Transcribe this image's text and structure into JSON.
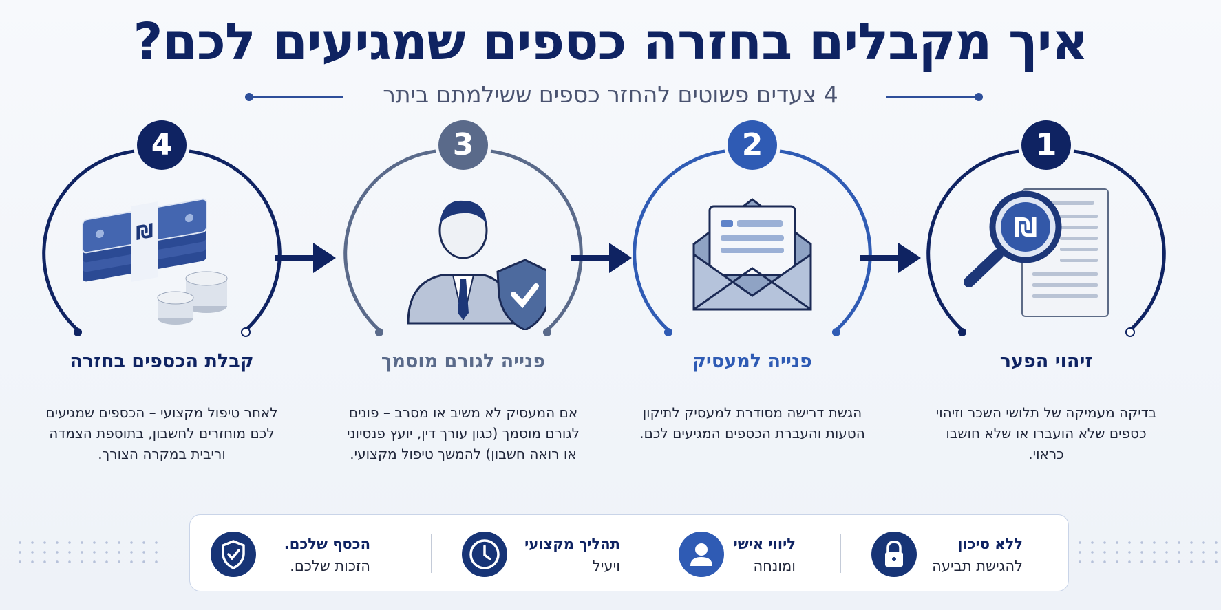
{
  "header": {
    "title": "איך מקבלים בחזרה כספים שמגיעים לכם?",
    "subtitle": "4 צעדים פשוטים להחזר כספים ששילמתם ביתר"
  },
  "steps": [
    {
      "number": "1",
      "title": "זיהוי הפער",
      "description": "בדיקה מעמיקה של תלושי השכר וזיהוי כספים שלא הועברו או שלא חושבו כראוי.",
      "color": "#0f2362",
      "icon": "magnifier-document-icon"
    },
    {
      "number": "2",
      "title": "פנייה למעסיק",
      "description": "הגשת דרישה מסודרת למעסיק לתיקון הטעות והעברת הכספים המגיעים לכם.",
      "color": "#2f5bb4",
      "icon": "envelope-icon"
    },
    {
      "number": "3",
      "title": "פנייה לגורם מוסמך",
      "description": "אם המעסיק לא משיב או מסרב – פונים לגורם מוסמך (כגון עורך דין, יועץ פנסיוני או רואה חשבון) להמשך טיפול מקצועי.",
      "color": "#5a6a8a",
      "icon": "professional-shield-icon"
    },
    {
      "number": "4",
      "title": "קבלת הכספים בחזרה",
      "description": "לאחר טיפול מקצועי – הכספים שמגיעים לכם מוחזרים לחשבון, בתוספת הצמדה וריבית במקרה הצורך.",
      "color": "#0f2362",
      "icon": "money-coins-icon"
    }
  ],
  "features": [
    {
      "title": "ללא סיכון",
      "subtitle": "להגישת תביעה",
      "icon": "lock-icon"
    },
    {
      "title": "ליווי אישי",
      "subtitle": "ומונחה",
      "icon": "person-icon"
    },
    {
      "title": "תהליך מקצועי",
      "subtitle": "ויעיל",
      "icon": "clock-icon"
    },
    {
      "title": "הכסף שלכם.",
      "subtitle": "הזכות שלכם.",
      "icon": "shield-check-icon"
    }
  ]
}
